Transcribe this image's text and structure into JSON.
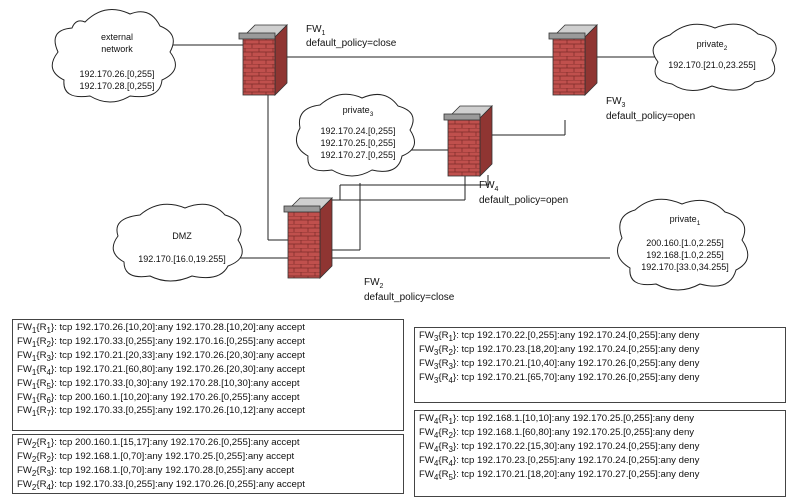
{
  "clouds": {
    "external": {
      "title": "external",
      "title2": "network",
      "lines": [
        "192.170.26.[0,255]",
        "192.170.28.[0,255]"
      ]
    },
    "private2": {
      "title": "private",
      "sub": "2",
      "lines": [
        "192.170.[21.0,23.255]"
      ]
    },
    "private3": {
      "title": "private",
      "sub": "3",
      "lines": [
        "192.170.24.[0,255]",
        "192.170.25.[0,255]",
        "192.170.27.[0,255]"
      ]
    },
    "dmz": {
      "title": "DMZ",
      "lines": [
        "192.170.[16.0,19.255]"
      ]
    },
    "private1": {
      "title": "private",
      "sub": "1",
      "lines": [
        "200.160.[1.0,2.255]",
        "192.168.[1.0,2.255]",
        "192.170.[33.0,34.255]"
      ]
    }
  },
  "firewalls": {
    "fw1": {
      "name": "FW",
      "sub": "1",
      "policy": "default_policy=close"
    },
    "fw2": {
      "name": "FW",
      "sub": "2",
      "policy": "default_policy=close"
    },
    "fw3": {
      "name": "FW",
      "sub": "3",
      "policy": "default_policy=open"
    },
    "fw4": {
      "name": "FW",
      "sub": "4",
      "policy": "default_policy=open"
    }
  },
  "rules": {
    "fw1": [
      {
        "fw": "1",
        "r": "1",
        "text": ": tcp 192.170.26.[10,20]:any  192.170.28.[10,20]:any  accept"
      },
      {
        "fw": "1",
        "r": "2",
        "text": ": tcp 192.170.33.[0,255]:any  192.170.16.[0,255]:any  accept"
      },
      {
        "fw": "1",
        "r": "3",
        "text": ": tcp 192.170.21.[20,33]:any  192.170.26.[20,30]:any  accept"
      },
      {
        "fw": "1",
        "r": "4",
        "text": ": tcp 192.170.21.[60,80]:any  192.170.26.[20,30]:any  accept"
      },
      {
        "fw": "1",
        "r": "5",
        "text": ": tcp 192.170.33.[0,30]:any  192.170.28.[10,30]:any accept"
      },
      {
        "fw": "1",
        "r": "6",
        "text": ": tcp 200.160.1.[10,20]:any  192.170.26.[0,255]:any  accept"
      },
      {
        "fw": "1",
        "r": "7",
        "text": ": tcp 192.170.33.[0,255]:any  192.170.26.[10,12]:any  accept"
      }
    ],
    "fw2": [
      {
        "fw": "2",
        "r": "1",
        "text": ": tcp 200.160.1.[15,17]:any  192.170.26.[0,255]:any  accept"
      },
      {
        "fw": "2",
        "r": "2",
        "text": ": tcp 192.168.1.[0,70]:any  192.170.25.[0,255]:any  accept"
      },
      {
        "fw": "2",
        "r": "3",
        "text": ": tcp 192.168.1.[0,70]:any  192.170.28.[0,255]:any  accept"
      },
      {
        "fw": "2",
        "r": "4",
        "text": ": tcp 192.170.33.[0,255]:any  192.170.26.[0,255]:any  accept"
      }
    ],
    "fw3": [
      {
        "fw": "3",
        "r": "1",
        "text": ": tcp 192.170.22.[0,255]:any  192.170.24.[0,255]:any  deny"
      },
      {
        "fw": "3",
        "r": "2",
        "text": ": tcp 192.170.23.[18,20]:any  192.170.24.[0,255]:any  deny"
      },
      {
        "fw": "3",
        "r": "3",
        "text": ": tcp 192.170.21.[10,40]:any  192.170.26.[0,255]:any  deny"
      },
      {
        "fw": "3",
        "r": "4",
        "text": ": tcp 192.170.21.[65,70]:any  192.170.26.[0,255]:any  deny"
      }
    ],
    "fw4": [
      {
        "fw": "4",
        "r": "1",
        "text": ": tcp 192.168.1.[10,10]:any  192.170.25.[0,255]:any  deny"
      },
      {
        "fw": "4",
        "r": "2",
        "text": ": tcp 192.168.1.[60,80]:any  192.170.25.[0,255]:any  deny"
      },
      {
        "fw": "4",
        "r": "3",
        "text": ": tcp 192.170.22.[15,30]:any  192.170.24.[0,255]:any  deny"
      },
      {
        "fw": "4",
        "r": "4",
        "text": ": tcp 192.170.23.[0,255]:any  192.170.24.[0,255]:any  deny"
      },
      {
        "fw": "4",
        "r": "5",
        "text": ": tcp 192.170.21.[18,20]:any  192.170.27.[0,255]:any  deny"
      }
    ]
  },
  "colors": {
    "brick": "#c0504d",
    "cap": "#9a9a9a",
    "line": "#222222"
  }
}
